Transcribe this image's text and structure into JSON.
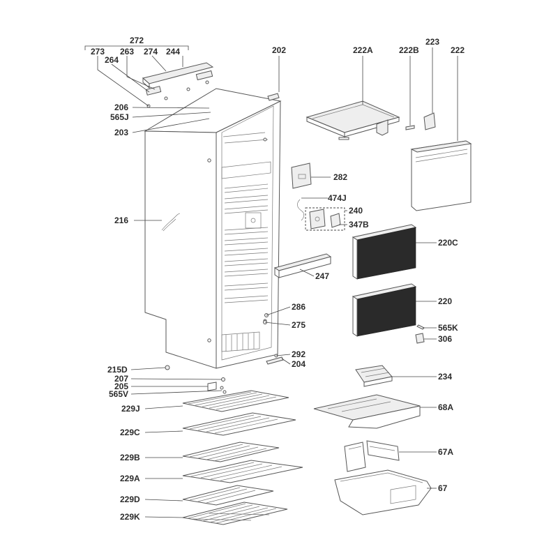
{
  "labels": {
    "p272": "272",
    "p273": "273",
    "p263": "263",
    "p274": "274",
    "p244": "244",
    "p264": "264",
    "p202": "202",
    "p222A": "222A",
    "p222B": "222B",
    "p223": "223",
    "p222": "222",
    "p206": "206",
    "p565J": "565J",
    "p203": "203",
    "p282": "282",
    "p474J": "474J",
    "p240": "240",
    "p347B": "347B",
    "p216": "216",
    "p220C": "220C",
    "p247": "247",
    "p220": "220",
    "p286": "286",
    "p275": "275",
    "p565K": "565K",
    "p306": "306",
    "p292": "292",
    "p204": "204",
    "p215D": "215D",
    "p207": "207",
    "p205": "205",
    "p565V": "565V",
    "p234": "234",
    "p229J": "229J",
    "p68A": "68A",
    "p229C": "229C",
    "p229B": "229B",
    "p67A": "67A",
    "p229A": "229A",
    "p67": "67",
    "p229D": "229D",
    "p229K": "229K"
  }
}
